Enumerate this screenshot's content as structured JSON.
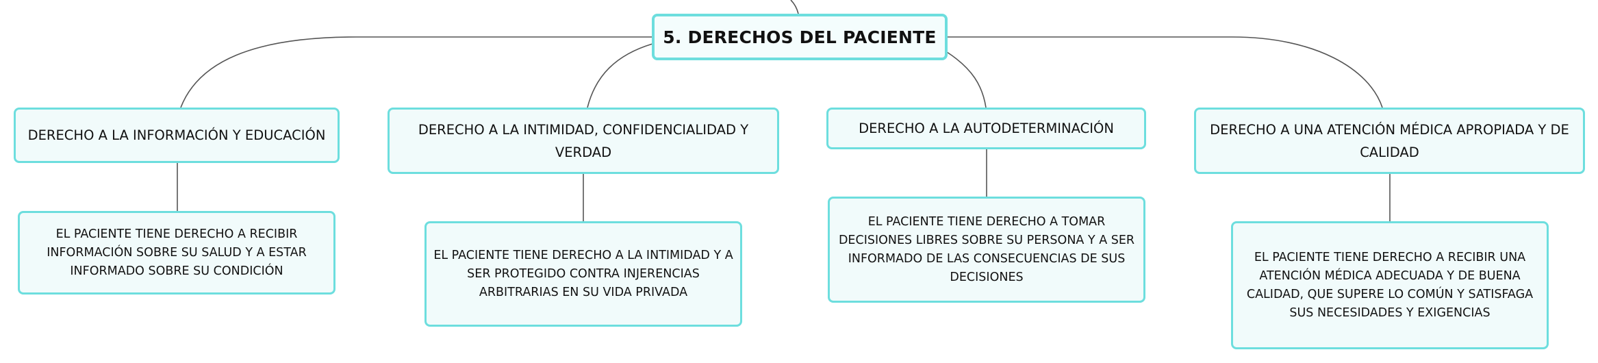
{
  "root": {
    "title": "5. DERECHOS DEL PACIENTE"
  },
  "branches": [
    {
      "topic": "DERECHO A LA INFORMACIÓN Y EDUCACIÓN",
      "detail": "EL PACIENTE TIENE DERECHO A RECIBIR INFORMACIÓN SOBRE SU SALUD Y A ESTAR INFORMADO SOBRE SU CONDICIÓN"
    },
    {
      "topic": "DERECHO A LA INTIMIDAD, CONFIDENCIALIDAD Y VERDAD",
      "detail": "EL PACIENTE TIENE DERECHO A LA INTIMIDAD Y A SER PROTEGIDO CONTRA INJERENCIAS ARBITRARIAS EN SU VIDA PRIVADA"
    },
    {
      "topic": "DERECHO A LA AUTODETERMINACIÓN",
      "detail": "EL PACIENTE TIENE DERECHO A TOMAR DECISIONES LIBRES SOBRE SU PERSONA Y A SER INFORMADO DE LAS CONSECUENCIAS DE SUS DECISIONES"
    },
    {
      "topic": "DERECHO A UNA ATENCIÓN MÉDICA APROPIADA Y DE CALIDAD",
      "detail": "EL PACIENTE TIENE DERECHO A RECIBIR UNA ATENCIÓN MÉDICA ADECUADA Y DE BUENA CALIDAD, QUE SUPERE LO COMÚN Y SATISFAGA SUS NECESIDADES Y EXIGENCIAS"
    }
  ],
  "colors": {
    "node_border": "#6ddede",
    "node_fill": "#f1fbfb",
    "connector": "#555555"
  }
}
